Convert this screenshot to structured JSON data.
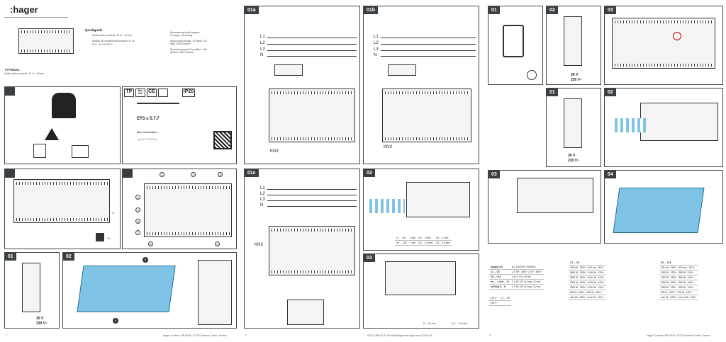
{
  "brand": ":hager",
  "product_code": "TYF581NL",
  "product_desc": "Multi-contact module, 12 in. / 16 out.",
  "quickguide": {
    "title": "Quickguide",
    "lines": [
      "Multi-contact module, 12 in. / 16 out.",
      "Modulo di contatti multi-funzione 12 IN",
      "PLC / 16 OUTPUT"
    ],
    "lines_right": [
      "Многоконтактный модуль,",
      "12 вход. / 16 выход.",
      "Modul multi-funcţie, 12 intrări / 16",
      "ieşiri, KNX Secure",
      "Πολυλειτουργικό 12 εισόδων / 16",
      "εξόδων, KNX Secure"
    ]
  },
  "specs_strip": {
    "tp": "TP",
    "bus": "Bus 30V",
    "ip": "IP20",
    "ets": "ETS ≥ 5.7.7",
    "more_info": "More information",
    "link": "hgr.io/r/TYF581NL"
  },
  "steps": {
    "s01": "01",
    "s02": "02",
    "s03": "03",
    "s04": "04",
    "s01a": "01a",
    "s01b": "01b",
    "s01c": "01c"
  },
  "lines": {
    "l1": "L1",
    "l2": "L2",
    "l3": "L3",
    "n": "N"
  },
  "knx": "KNX",
  "voltage": {
    "v30": "30 V",
    "v230": "230 V~"
  },
  "callouts": {
    "c1": "1",
    "c2": "2",
    "c3": "3",
    "c4": "4",
    "c5": "5",
    "c6": "6",
    "c7": "7",
    "c8": "8",
    "c9": "9",
    "a": "A",
    "b": "B"
  },
  "tags": {
    "t1": "T1",
    "x1": "X1"
  },
  "page_numbers": {
    "p1": "1",
    "p2": "2",
    "p3": "3"
  },
  "footer": {
    "left": "Hager Controls. BP10440, 67703 Saverne Cedex, France",
    "middle": "+33 (0) 388 02 87 00   info@hager.com   hager.com   | 2024-02",
    "right": "Hager Controls. BP10440, 67703 Saverne Cedex, France"
  },
  "wire_table": {
    "rows": [
      [
        "C1 ... C8",
        "0 mm",
        "0,5 ... 4 mm²",
        "0,5 ... 4 mm²"
      ],
      [
        "In1 ... In12",
        "0 mm",
        "0,8 ... 2,5 mm²",
        "0,8 ... 2,5 mm²"
      ]
    ]
  },
  "strip": {
    "len": "8 ... 10 mm",
    "cs": "0,8 ... 2,5 mm²"
  },
  "spec_table": {
    "left_rows": [
      [
        "Supply L/N",
        "AC 110/230V~ 50/60Hz"
      ],
      [
        "C1 ... C8",
        "≤ 3,7W · 230V~ | 5 W · 360V~"
      ],
      [
        "C9 ... C16",
        "0-10 V DC / 10 mA"
      ],
      [
        "In1 ... 4 / In9 ... 12",
        "3 V DC (20 V) / max. 3,2 mA"
      ],
      [
        "In/Temp 5 ... 8",
        "3 V DC (20 V) / max. 3,2 mA"
      ]
    ],
    "volt_rows": [
      [
        "110 V~",
        "C1 ... C5"
      ],
      [
        "230 V~",
        ""
      ]
    ],
    "mid_header": "C1 ... C8",
    "mid_rows": [
      "100 mA · 230V~ / 100 mA · 110V~",
      "3680 W · 230V~ / 1840 W · 110V~",
      "3680 W · 230V~ / 1840 W · 110V~",
      "2000 W · 230V~ / 1000 W · 110V~",
      "2000 W · 230V~ / 1000 W · 110V~",
      "600 W · 230V~ / 300 W · 110V~",
      "max 8A · 230V~ / max 3A · 110V~"
    ],
    "right_header": "C9 ... C16",
    "right_rows": [
      "100 mA · 230V~ / 100 mA · 110V~",
      "1000 W · 230V~ / 500 W · 110V~",
      "1000 W · 230V~ / 500 W · 110V~",
      "1000 W · 230V~ / 500 W · 110V~",
      "1000 W · 230V~ / 500 W · 110V~",
      "400 W · 230V~ / 200 W · 110V~",
      "max 3A · 230V~ / max 1,5A · 110V~"
    ]
  }
}
